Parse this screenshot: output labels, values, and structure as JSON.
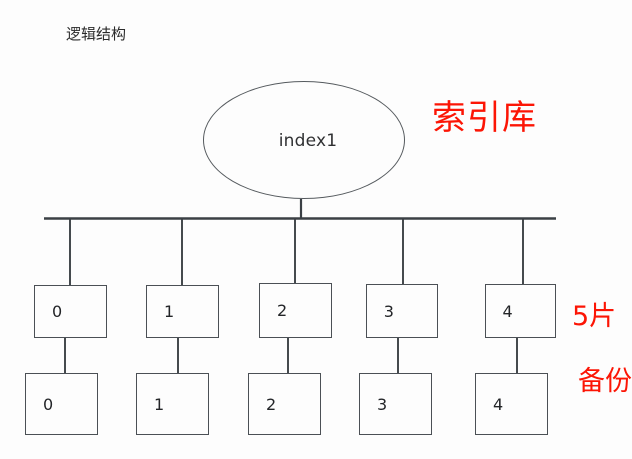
{
  "diagram": {
    "title": "逻辑结构",
    "background_color": "#fdfdfd",
    "line_color": "#4b5055",
    "accent_color": "#fc1505"
  },
  "index_node": {
    "shape": "ellipse",
    "label": "index1"
  },
  "annotations": {
    "index_library": "索引库",
    "shard_count": "5片",
    "replica": "备份"
  },
  "shards": [
    {
      "label": "0"
    },
    {
      "label": "1"
    },
    {
      "label": "2"
    },
    {
      "label": "3"
    },
    {
      "label": "4"
    }
  ],
  "replicas": [
    {
      "label": "0"
    },
    {
      "label": "1"
    },
    {
      "label": "2"
    },
    {
      "label": "3"
    },
    {
      "label": "4"
    }
  ]
}
